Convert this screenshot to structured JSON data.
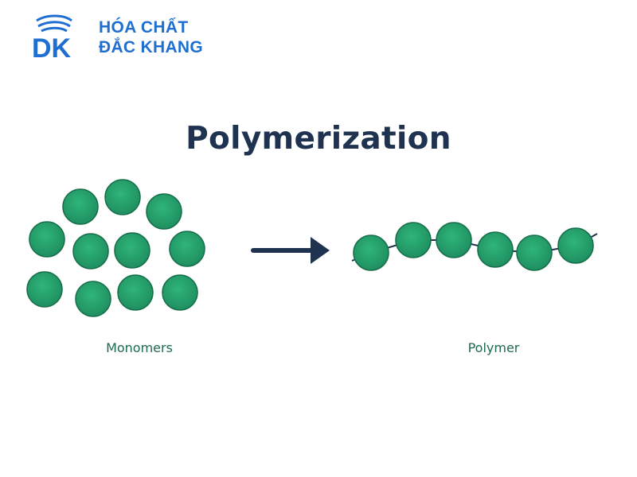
{
  "brand": {
    "mark": "DK",
    "line1": "HÓA CHẤT",
    "line2": "ĐẮC KHANG",
    "color": "#1f6fd1"
  },
  "diagram": {
    "title": "Polymerization",
    "monomers_label": "Monomers",
    "polymer_label": "Polymer",
    "colors": {
      "bead": "#1f8f60",
      "bead_highlight": "#2fb57a",
      "bead_outline": "#176e4a",
      "arrow": "#1f3350",
      "chain": "#1f3350",
      "title": "#1f3350"
    },
    "monomer_count": 11,
    "polymer_bead_count": 6
  }
}
